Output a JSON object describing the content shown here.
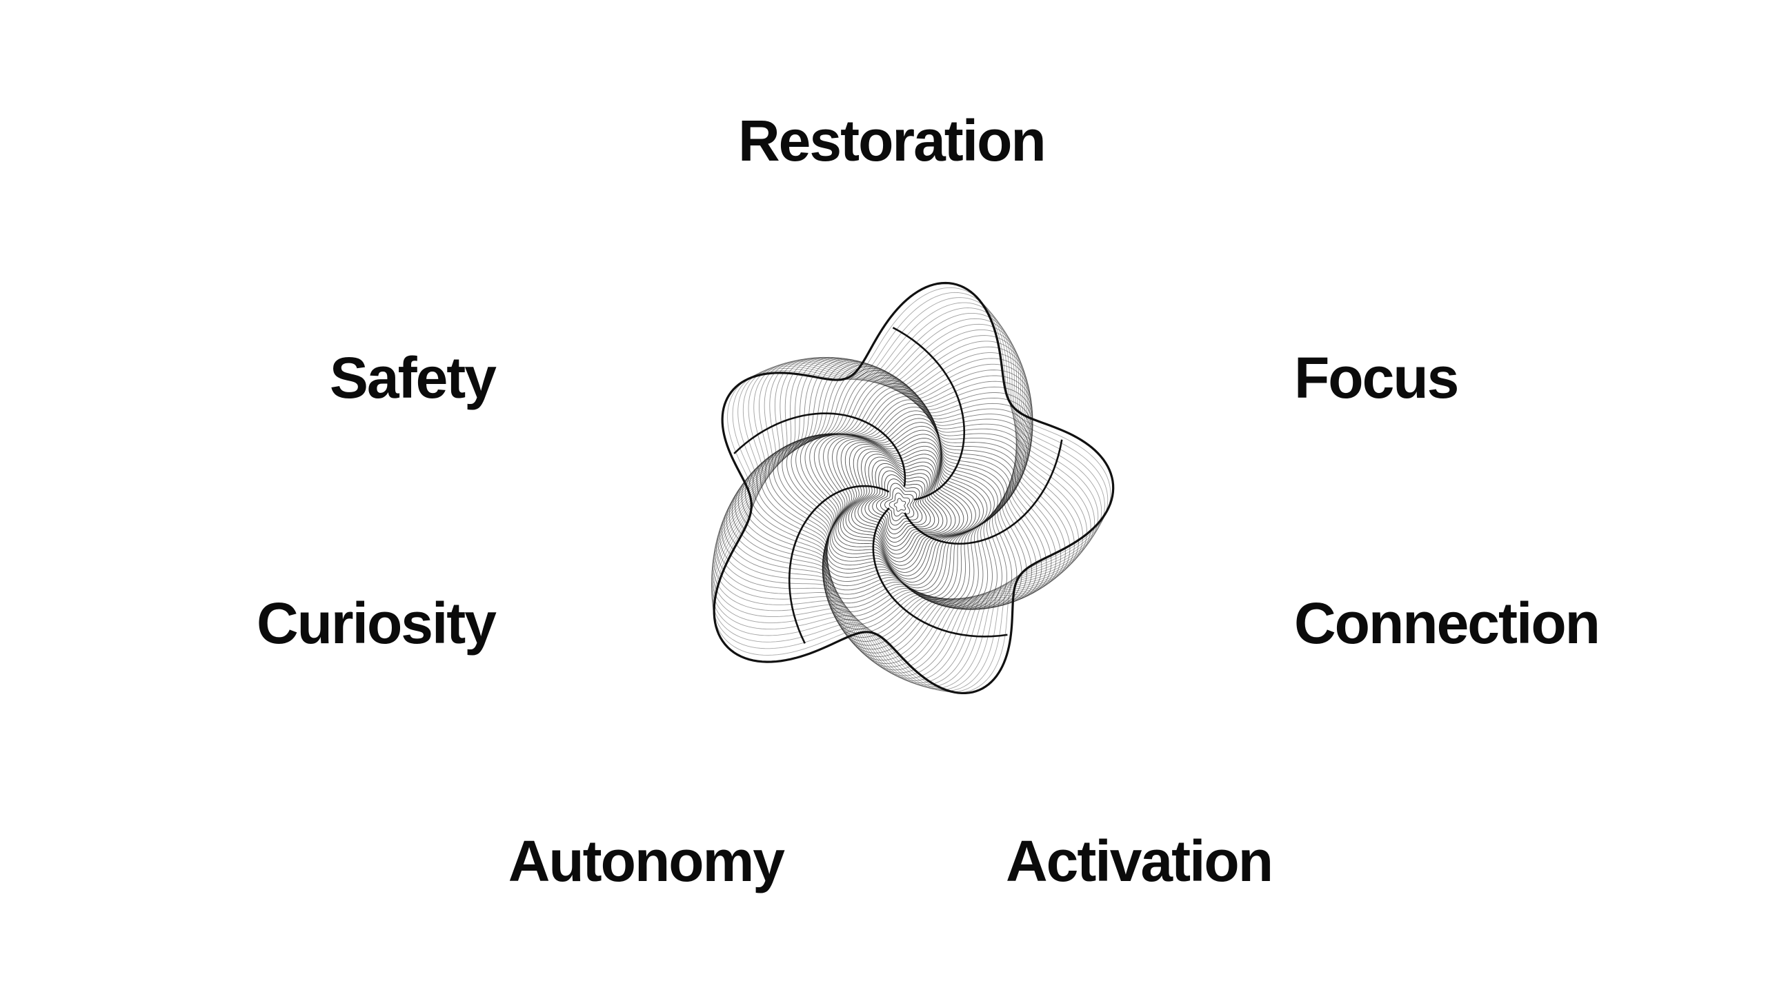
{
  "labels": {
    "restoration": "Restoration",
    "safety": "Safety",
    "focus": "Focus",
    "curiosity": "Curiosity",
    "connection": "Connection",
    "autonomy": "Autonomy",
    "activation": "Activation"
  },
  "figure": {
    "icon": "flower-blob-icon",
    "stroke_color": "#111111",
    "background_color": "#ffffff"
  }
}
